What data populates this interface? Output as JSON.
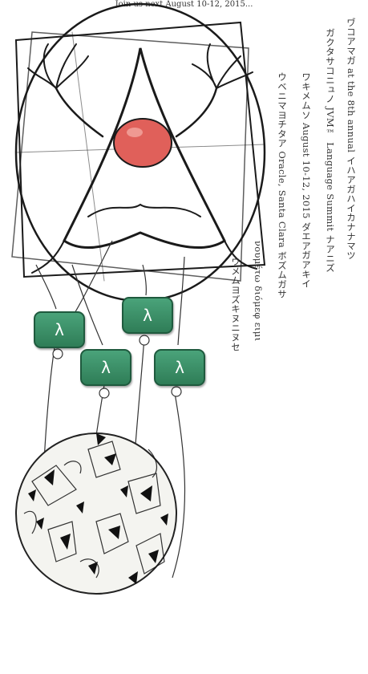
{
  "header": {
    "tagline": "Join us next August 10-12, 2015..."
  },
  "text_columns": [
    "ヷコアマガ at the 8th annual イハアガハイカナナマツ",
    "ガクタサコニュノ JVM™ Language Summit ナアニズ",
    "ワキメムソ August 10-12, 2015 ダエアガアキイ",
    "ウベニマヨチタア Oracle, Santa Clara ボズムガサ",
    "νουμέτω διόμεφ ειμι",
    "ウメムヨズキヌニヌセ"
  ],
  "lambda_symbol": "λ",
  "colors": {
    "lambda_fill": "#3d9168",
    "nose": "#e0605a",
    "ink": "#1a1a1a"
  },
  "icons": [
    "duke-mascot-sketch",
    "lambda-node",
    "mosaic-sphere"
  ]
}
